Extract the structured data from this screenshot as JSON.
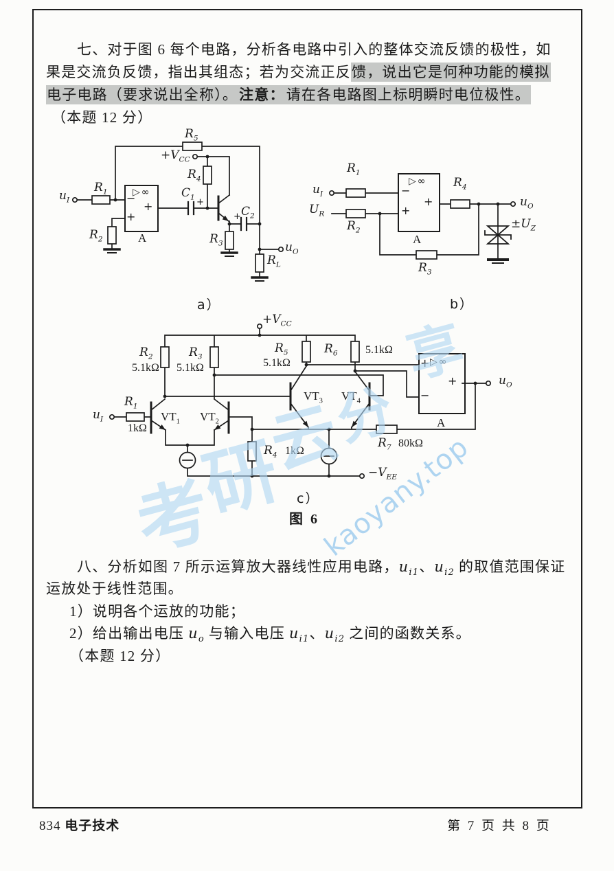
{
  "document": {
    "q7": {
      "l1": "七、对于图 6 每个电路，分析各电路中引入的整体交流反馈的极性，如",
      "l2a": "果是交流负反馈，指出其组态；若为交流正反",
      "l2b": "馈，说出它是何种功能的模拟",
      "l3a": "电子电路（要求说出全称）。",
      "l3b": "注意：",
      "l3c": "请在各电路图上标明瞬时电位极性。",
      "l4": "（本题 12 分）"
    },
    "q8": {
      "l1a": "八、分析如图 7 所示运算放大器线性应用电路，",
      "ui1": {
        "b": "u",
        "s": "i1"
      },
      "dun": "、",
      "ui2": {
        "b": "u",
        "s": "i2"
      },
      "l1b": "的取值范围保证",
      "l2": "运放处于线性范围。",
      "l3": "1）说明各个运放的功能；",
      "l4a": "2）给出输出电压",
      "uo": {
        "b": "u",
        "s": "o"
      },
      "l4b": "与输入电压",
      "l4c": "之间的函数关系。",
      "l5": "（本题 12 分）"
    },
    "fig6": {
      "caption": "图 6",
      "a": "a）",
      "b": "b）",
      "c": "c）"
    }
  },
  "circuit_a": {
    "u_in": {
      "b": "u",
      "s": "I"
    },
    "r1": {
      "b": "R",
      "s": "1"
    },
    "r2": {
      "b": "R",
      "s": "2"
    },
    "r3": {
      "b": "R",
      "s": "3"
    },
    "r4": {
      "b": "R",
      "s": "4"
    },
    "r5": {
      "b": "R",
      "s": "5"
    },
    "rl": {
      "b": "R",
      "s": "L"
    },
    "c1": {
      "b": "C",
      "s": "1"
    },
    "c2": {
      "b": "C",
      "s": "2"
    },
    "vcc": {
      "b": "+V",
      "s": "CC"
    },
    "u_out": {
      "b": "u",
      "s": "O"
    },
    "amp": "A",
    "opamp": "▷∞",
    "minus": "−",
    "plus": "+",
    "plus_out": "+",
    "c1_plus": "+",
    "c2_plus": "+"
  },
  "circuit_b": {
    "u_in": {
      "b": "u",
      "s": "I"
    },
    "u_ref": {
      "b": "U",
      "s": "R"
    },
    "r1": {
      "b": "R",
      "s": "1"
    },
    "r2": {
      "b": "R",
      "s": "2"
    },
    "r3": {
      "b": "R",
      "s": "3"
    },
    "r4": {
      "b": "R",
      "s": "4"
    },
    "uz": {
      "b": "±U",
      "s": "Z"
    },
    "u_out": {
      "b": "u",
      "s": "O"
    },
    "amp": "A",
    "opamp": "▷∞",
    "minus": "−",
    "plus": "+",
    "plus_out": "+"
  },
  "circuit_c": {
    "vcc": {
      "b": "+V",
      "s": "CC"
    },
    "vee": {
      "b": "−V",
      "s": "EE"
    },
    "r1": {
      "b": "R",
      "s": "1",
      "v": "1kΩ"
    },
    "r2": {
      "b": "R",
      "s": "2",
      "v": "5.1kΩ"
    },
    "r3": {
      "b": "R",
      "s": "3",
      "v": "5.1kΩ"
    },
    "r4": {
      "b": "R",
      "s": "4",
      "v": "1kΩ"
    },
    "r5": {
      "b": "R",
      "s": "5",
      "v": "5.1kΩ"
    },
    "r6": {
      "b": "R",
      "s": "6",
      "v": "5.1kΩ"
    },
    "r7": {
      "b": "R",
      "s": "7",
      "v": "80kΩ"
    },
    "u_in": {
      "b": "u",
      "s": "I"
    },
    "u_out": {
      "b": "u",
      "s": "O"
    },
    "vt1": {
      "b": "VT",
      "s": "1"
    },
    "vt2": {
      "b": "VT",
      "s": "2"
    },
    "vt3": {
      "b": "VT",
      "s": "3"
    },
    "vt4": {
      "b": "VT",
      "s": "4"
    },
    "amp": "A",
    "opamp": "▷∞",
    "minus": "−",
    "plus": "+",
    "plus_out": "+"
  },
  "watermark": {
    "url": "kaoyany.top",
    "chars": [
      "考",
      "研",
      "云",
      "分",
      "享"
    ]
  },
  "footer": {
    "left_code": "834",
    "left_title": "电子技术",
    "right": "第 7 页 共 8 页"
  },
  "colors": {
    "highlight": "#c6c8c6",
    "watermark_blue": "#a9d3f0",
    "ink": "#1a1a1a"
  }
}
